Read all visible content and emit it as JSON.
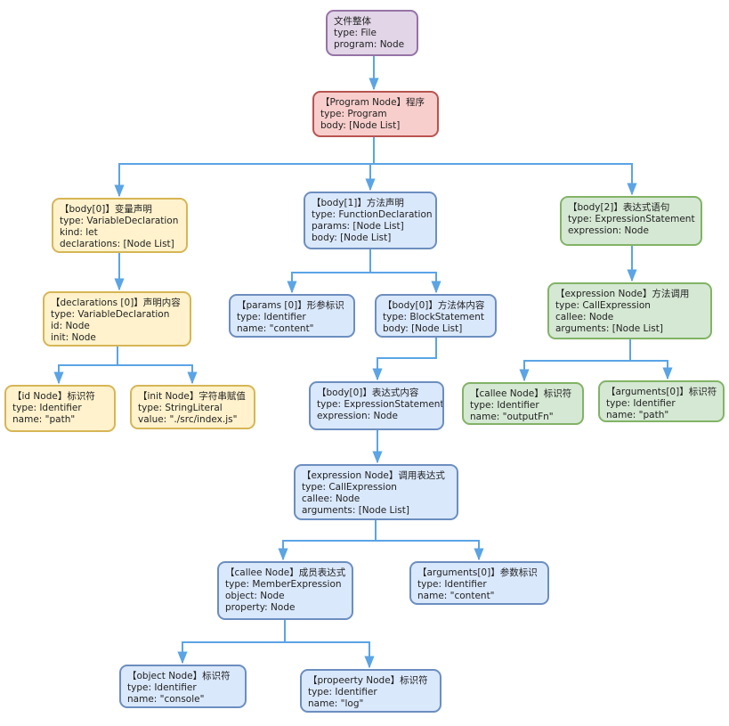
{
  "colors": {
    "edge": "#5ba4e5",
    "purple_fill": "#e1d5e7",
    "purple_stroke": "#9673a6",
    "red_fill": "#f8cecc",
    "red_stroke": "#b85450",
    "yellow_fill": "#fff2cc",
    "yellow_stroke": "#d6b656",
    "blue_fill": "#dae8fc",
    "blue_stroke": "#6c8ebf",
    "green_fill": "#d5e8d4",
    "green_stroke": "#82b366"
  },
  "nodes": {
    "file": [
      "文件整体",
      "type: File",
      "program: Node"
    ],
    "program": [
      "【Program Node】程序",
      "type: Program",
      "body: [Node List]"
    ],
    "body0": [
      "【body[0]】变量声明",
      "type: VariableDeclaration",
      "kind: let",
      "declarations: [Node List]"
    ],
    "decl0": [
      "【declarations [0]】声明内容",
      "type: VariableDeclaration",
      "id: Node",
      "init: Node"
    ],
    "idnode": [
      "【id Node】标识符",
      "type: Identifier",
      "name: \"path\""
    ],
    "initnode": [
      "【init Node】字符串赋值",
      "type: StringLiteral",
      "value: \"./src/index.js\""
    ],
    "body1": [
      "【body[1]】方法声明",
      "type: FunctionDeclaration",
      "params: [Node List]",
      "body: [Node List]"
    ],
    "params0": [
      "【params [0]】形参标识",
      "type: Identifier",
      "name: \"content\""
    ],
    "fnbody0": [
      "【body[0]】方法体内容",
      "type: BlockStatement",
      "body: [Node List]"
    ],
    "blockbody0": [
      "【body[0]】表达式内容",
      "type: ExpressionStatement",
      "expression: Node"
    ],
    "callexpr": [
      "【expression Node】调用表达式",
      "type: CallExpression",
      "callee: Node",
      "arguments: [Node List]"
    ],
    "calleemember": [
      "【callee Node】成员表达式",
      "type: MemberExpression",
      "object: Node",
      "property: Node"
    ],
    "args0content": [
      "【arguments[0]】参数标识",
      "type: Identifier",
      "name: \"content\""
    ],
    "objectnode": [
      "【object Node】标识符",
      "type: Identifier",
      "name: \"console\""
    ],
    "propnode": [
      "【propeerty Node】标识符",
      "type: Identifier",
      "name: \"log\""
    ],
    "body2": [
      "【body[2]】表达式语句",
      "type: ExpressionStatement",
      "expression: Node"
    ],
    "exprmethod": [
      "【expression Node】方法调用",
      "type: CallExpression",
      "callee: Node",
      "arguments: [Node List]"
    ],
    "calleeoutput": [
      "【callee Node】标识符",
      "type: Identifier",
      "name: \"outputFn\""
    ],
    "args0path": [
      "【arguments[0]】标识符",
      "type: Identifier",
      "name: \"path\""
    ]
  }
}
